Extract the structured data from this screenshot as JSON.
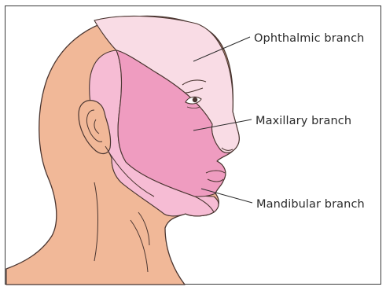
{
  "labels": {
    "ophthalmic": "Ophthalmic branch",
    "maxillary": "Maxillary branch",
    "mandibular": "Mandibular branch"
  },
  "colors": {
    "skin": "#f1b898",
    "ophthalmic_zone": "#f9dce5",
    "maxillary_zone": "#ef9cc0",
    "mandibular_zone": "#f6bcd4",
    "outline": "#4a3530"
  }
}
